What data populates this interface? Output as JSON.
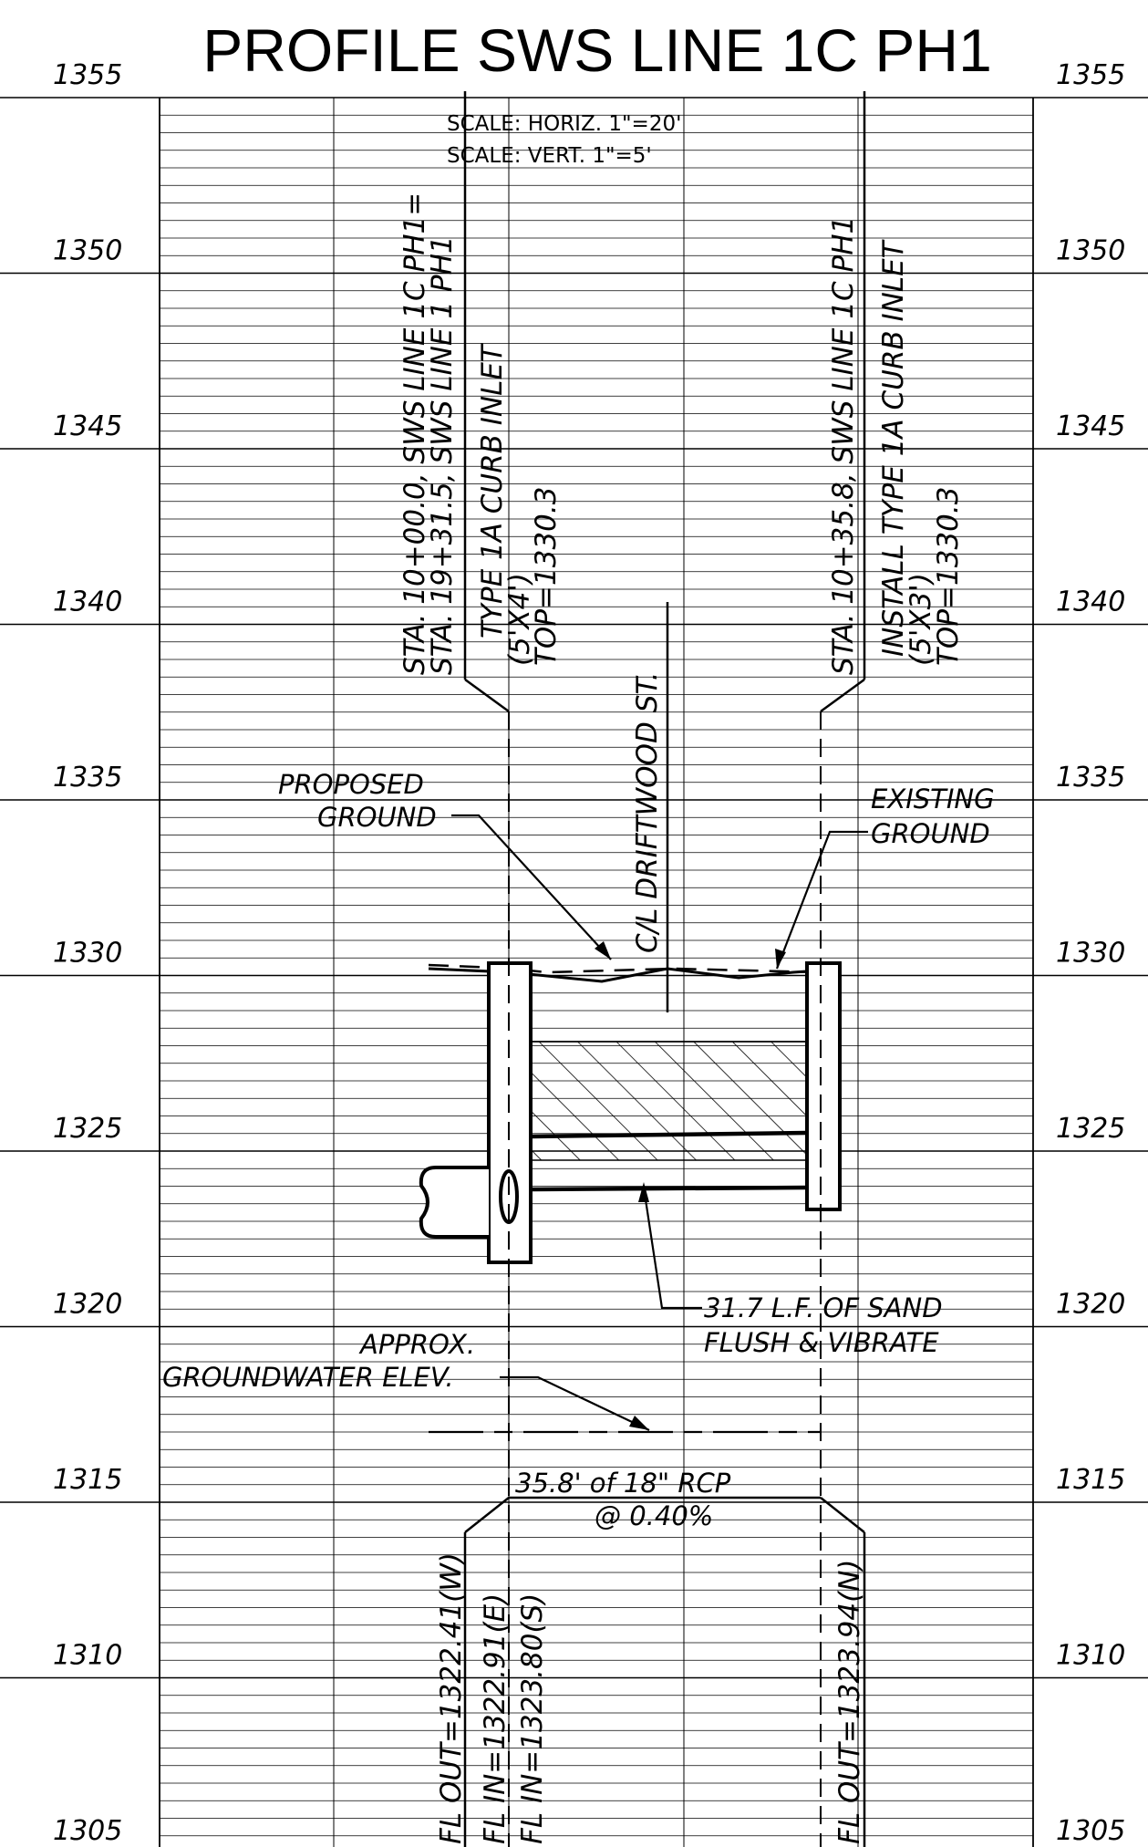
{
  "title": "PROFILE SWS LINE 1C PH1",
  "scale": {
    "horizontal": "SCALE: HORIZ. 1\"=20'",
    "vertical": "SCALE: VERT. 1\"=5'"
  },
  "elevations": [
    "1355",
    "1350",
    "1345",
    "1340",
    "1335",
    "1330",
    "1325",
    "1320",
    "1315",
    "1310",
    "1305"
  ],
  "left_structure": {
    "lines": [
      "STA. 10+00.0, SWS LINE 1C PH1=",
      "STA. 19+31.5, SWS LINE 1 PH1",
      "TYPE 1A CURB INLET",
      "(5'X4')",
      "TOP=1330.3"
    ],
    "flowlines": [
      "FL OUT=1322.41(W)",
      "FL IN=1322.91(E)",
      "FL IN=1323.80(S)"
    ]
  },
  "street_label": "C/L DRIFTWOOD ST.",
  "right_structure": {
    "lines": [
      "STA. 10+35.8, SWS LINE 1C PH1",
      "INSTALL TYPE 1A CURB INLET",
      "(5'X3')",
      "TOP=1330.3"
    ],
    "flowline": "FL OUT=1323.94(N)"
  },
  "callouts": {
    "proposed_ground": [
      "PROPOSED",
      "GROUND"
    ],
    "existing_ground": [
      "EXISTING",
      "GROUND"
    ],
    "sand": [
      "31.7 L.F. OF SAND",
      "FLUSH & VIBRATE"
    ],
    "groundwater": [
      "APPROX.",
      "GROUNDWATER ELEV."
    ]
  },
  "pipe": {
    "label": "35.8' of 18\" RCP",
    "slope": "@ 0.40%"
  }
}
